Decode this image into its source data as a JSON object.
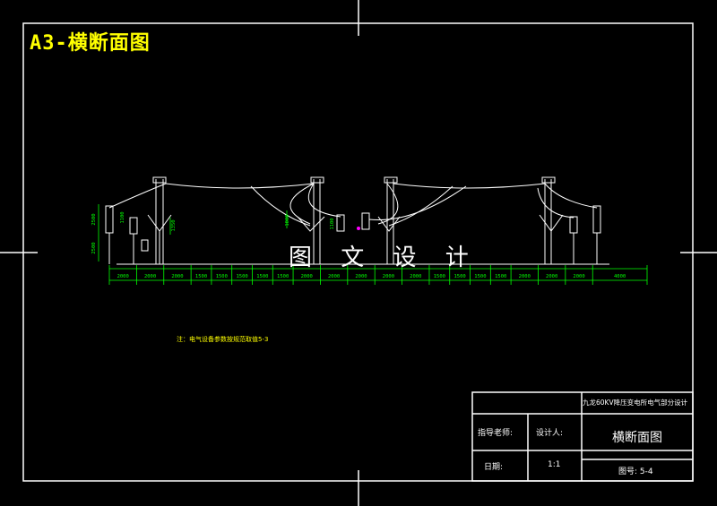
{
  "sheet": {
    "title": "A3-横断面图"
  },
  "watermark": "图 文 设 计",
  "note": "注：电气设备参数按规范取值5-3",
  "dimensions": {
    "bottom": [
      "2000",
      "2000",
      "2000",
      "1500",
      "1500",
      "1500",
      "1500",
      "1500",
      "2000",
      "2000",
      "2000",
      "2000",
      "2000",
      "1500",
      "1500",
      "1500",
      "1500",
      "2000",
      "2000",
      "2000",
      "4000"
    ],
    "left_vertical": [
      "2500",
      "2500"
    ],
    "misc": [
      "1100",
      "1350",
      "1000",
      "1100"
    ]
  },
  "title_block": {
    "project": "九龙60KV降压变电所电气部分设计",
    "advisor_label": "指导老师:",
    "designer_label": "设计人:",
    "drawing_name": "横断面图",
    "date_label": "日期:",
    "scale": "1:1",
    "drawing_no": "图号: 5-4"
  },
  "colors": {
    "background": "#000000",
    "lines": "#ffffff",
    "dimensions": "#00ff00",
    "title": "#ffff00",
    "marker": "#ff00ff"
  }
}
